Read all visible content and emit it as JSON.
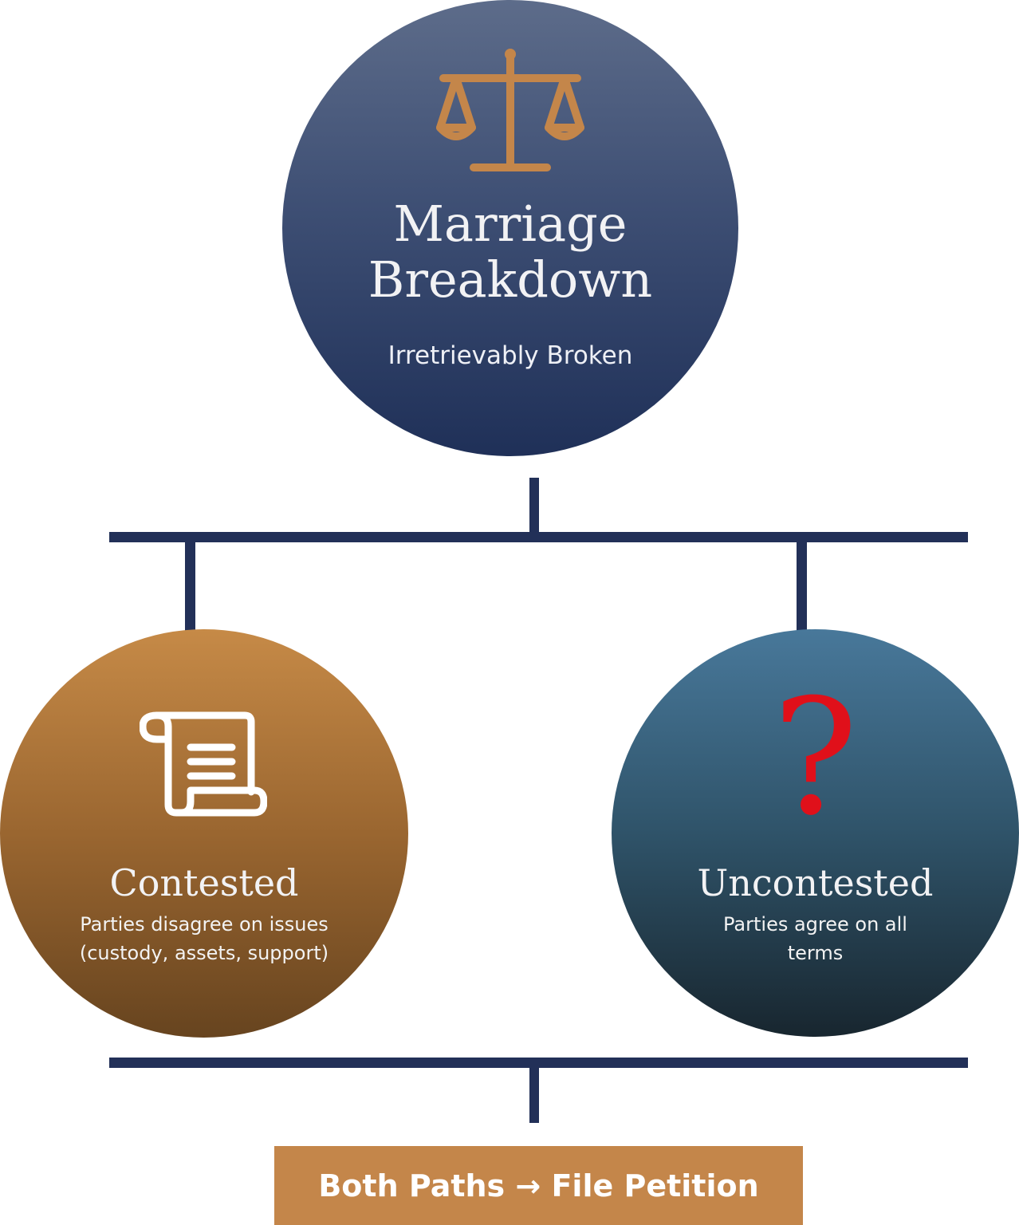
{
  "top_node": {
    "title_line1": "Marriage",
    "title_line2": "Breakdown",
    "subtitle": "Irretrievably Broken",
    "icon": "scales-of-justice-icon",
    "icon_color": "#c4864a"
  },
  "branches": {
    "contested": {
      "title": "Contested",
      "desc_line1": "Parties disagree on issues",
      "desc_line2": "(custody, assets, support)",
      "icon": "scroll-icon"
    },
    "uncontested": {
      "title": "Uncontested",
      "description": "Parties agree on all terms",
      "icon": "question-mark-icon",
      "icon_color": "#e0101a",
      "icon_glyph": "?"
    }
  },
  "outcome": {
    "label": "Both Paths → File Petition",
    "color": "#c4864a"
  },
  "connector_color": "#223058"
}
